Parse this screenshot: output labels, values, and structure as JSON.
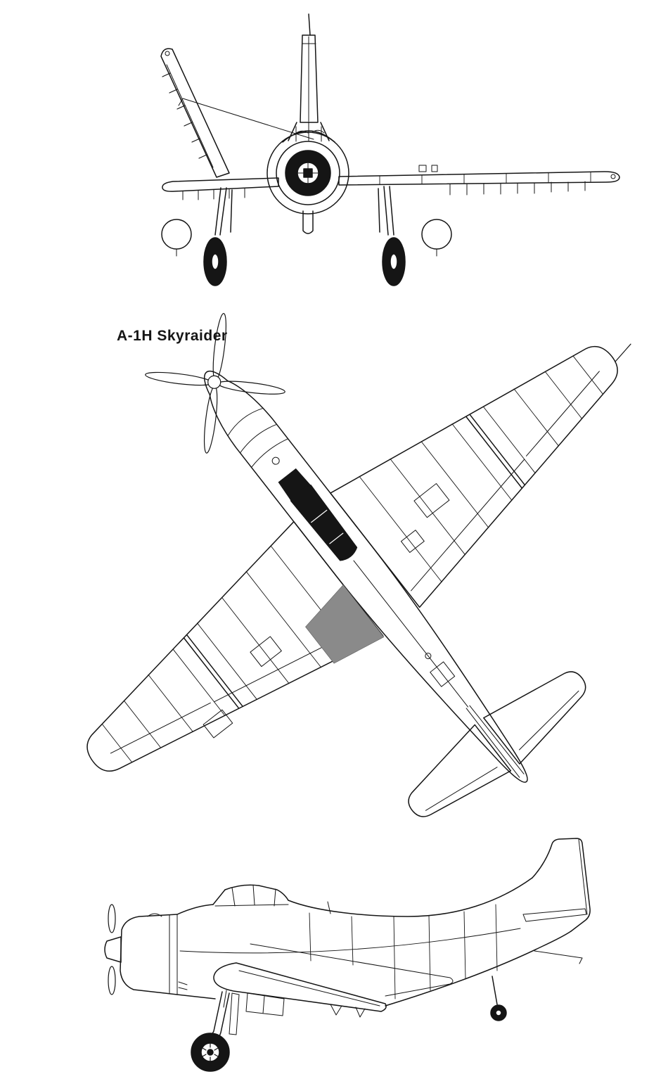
{
  "title": "A-1H Skyraider",
  "drawing": {
    "kind": "three-view-aircraft-line-drawing",
    "views": {
      "front": "front view (port wing folded)",
      "top": "top plan view (rotated diagonally)",
      "side": "side profile view"
    }
  },
  "colors": {
    "line": "#151515",
    "background": "#ffffff",
    "shading": "#8a8a8a"
  }
}
